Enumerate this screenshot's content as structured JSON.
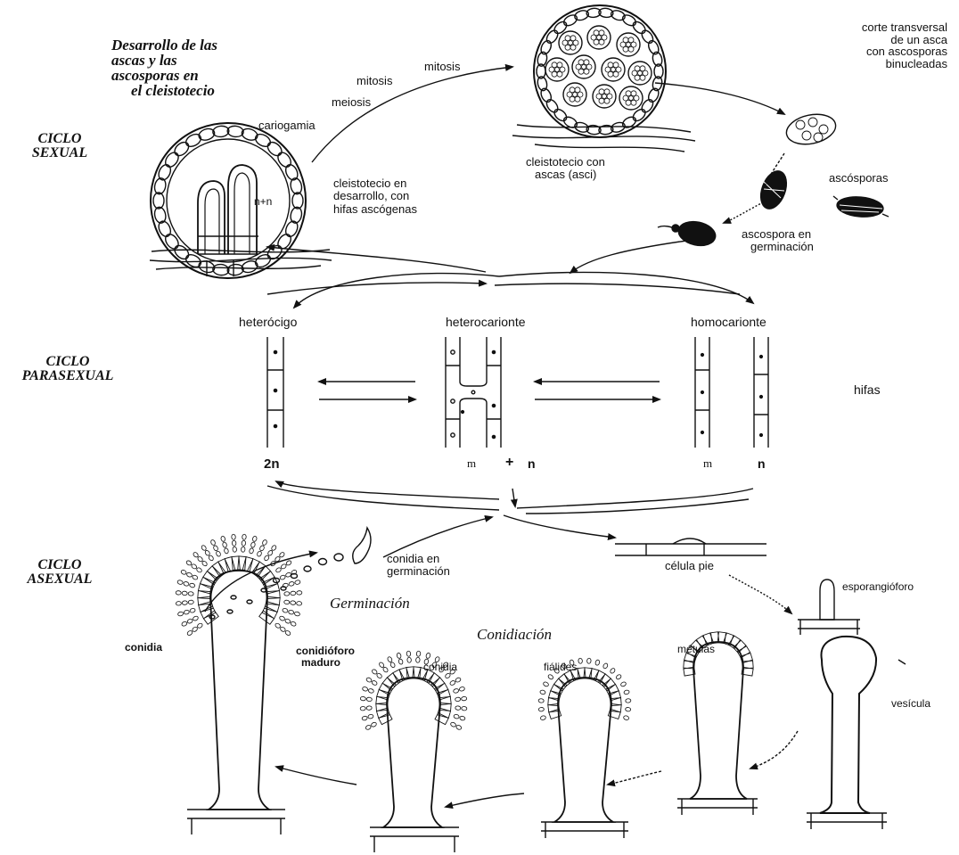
{
  "cycles": {
    "sexual": [
      "CICLO",
      "SEXUAL"
    ],
    "parasexual": [
      "CICLO",
      "PARASEXUAL"
    ],
    "asexual": [
      "CICLO",
      "ASEXUAL"
    ]
  },
  "headings": {
    "desarrollo": [
      "Desarrollo de las",
      "ascas y las",
      "ascosporas en",
      "el cleistotecio"
    ],
    "germinacion": "Germinación",
    "conidiacion": "Conidiación"
  },
  "labels": {
    "mitosis_1": "mitosis",
    "mitosis_2": "mitosis",
    "meiosis": "meiosis",
    "cariogamia": "cariogamia",
    "n_plus_n": "n+n",
    "cleisto_dev": [
      "cleistotecio en",
      "desarrollo, con",
      "hifas ascógenas"
    ],
    "cleisto_ascas": [
      "cleistotecio con",
      "ascas (asci)"
    ],
    "corte": [
      "corte transversal",
      "de un asca",
      "con ascosporas",
      "binucleadas"
    ],
    "ascosporas": "ascósporas",
    "ascospora_germ": [
      "ascospora en",
      "germinación"
    ],
    "heterocigo": "heterócigo",
    "heterocarionte": "heterocarionte",
    "homocarionte": "homocarionte",
    "hifas": "hifas",
    "two_n": "2n",
    "m_left": "m",
    "plus": "+",
    "n_mid": "n",
    "m_right": "m",
    "n_right": "n",
    "conidia_germ": [
      "conidia en",
      "germinación"
    ],
    "celula_pie": "célula pie",
    "esporangioforo": "esporangióforo",
    "conidia_top": "conidia",
    "conidioforo": [
      "conidióforo",
      "maduro"
    ],
    "conidia_mid": "conidia",
    "fialides": "fiálides",
    "metulas": "métulas",
    "vesicula": "vesícula"
  }
}
